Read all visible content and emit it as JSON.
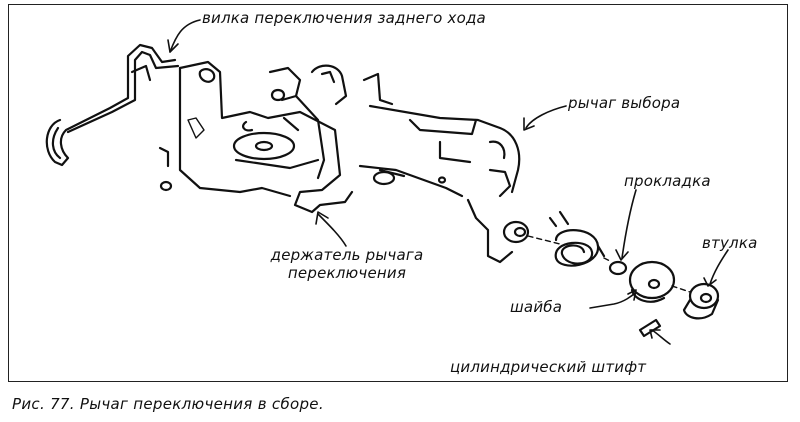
{
  "labels": {
    "reverse_fork": "вилка переключения заднего хода",
    "selector_lever": "рычаг выбора",
    "gasket": "прокладка",
    "bushing": "втулка",
    "holder_line1": "держатель рычага",
    "holder_line2": "переключения",
    "washer": "шайба",
    "pin": "цилиндрический штифт"
  },
  "caption": "Рис. 77. Рычаг переключения в сборе."
}
